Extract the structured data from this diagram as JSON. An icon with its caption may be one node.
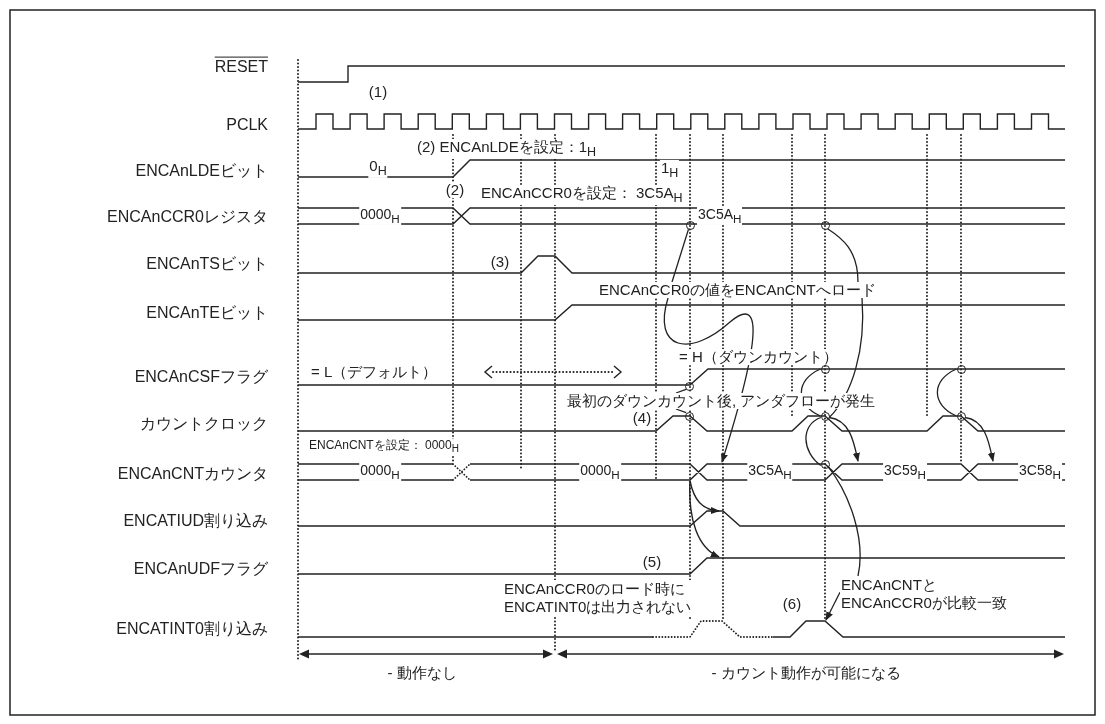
{
  "diagram": {
    "nodes": [
      {
        "text": [
          "ENCAnCCR0の値をENCAnCNTへロード"
        ]
      },
      {
        "text": [],
        "shape": "circle"
      },
      {
        "text": [],
        "shape": "circle"
      },
      {
        "text": [
          "最初のダウンカウント後, アンダフローが発生"
        ]
      },
      {
        "text": [],
        "shape": "circle"
      },
      {
        "text": [],
        "shape": "circle"
      },
      {
        "text": [],
        "shape": "circle"
      },
      {
        "text": [],
        "shape": "circle"
      },
      {
        "text": [],
        "shape": "circle"
      },
      {
        "text": [],
        "shape": "circle"
      },
      {
        "text": [],
        "shape": "circle"
      },
      {
        "text": [
          "ENCAnCNTとENCAnCCR0が比較一致"
        ]
      }
    ],
    "edges": [
      {
        "from": 0,
        "to": 1,
        "arrow": "none"
      },
      {
        "from": 0,
        "to": 2,
        "arrow": "none"
      },
      {
        "from": 0,
        "to": 8,
        "arrow": "none"
      },
      {
        "from": 0,
        "to": null,
        "arrow": "to"
      },
      {
        "from": 3,
        "to": 4,
        "arrow": "none"
      },
      {
        "from": 3,
        "to": 7,
        "arrow": "none"
      },
      {
        "from": 5,
        "to": 8,
        "arrow": "none"
      },
      {
        "from": 6,
        "to": 9,
        "arrow": "none"
      },
      {
        "from": 8,
        "to": 10,
        "arrow": "none"
      },
      {
        "from": 8,
        "to": null,
        "arrow": "to"
      },
      {
        "from": 9,
        "to": null,
        "arrow": "to"
      },
      {
        "from": 10,
        "to": 11,
        "arrow": "none"
      },
      {
        "from": 11,
        "to": null,
        "arrow": "to"
      }
    ],
    "labels": [
      "RESET",
      "PCLK",
      "ENCAnLDEビット",
      "ENCAnCCR0レジスタ",
      "ENCAnTSビット",
      "ENCAnTEビット",
      "ENCAnCSFフラグ",
      "カウントクロック",
      "ENCAnCNTカウンタ",
      "ENCATIUD割り込み",
      "ENCAnUDFフラグ",
      "ENCATINT0割り込み",
      "(1)",
      "(2) ENCAnLDEを設定：1$_{H}$",
      "0$_{H}$",
      "1$_{H}$",
      "(2)",
      "ENCAnCCR0を設定： 3C5A$_{H}$",
      "0000$_{H}$",
      "3C5A$_{H}$",
      "(3)",
      "= L（デフォルト）",
      "= H（ダウンカウント）",
      "(4)",
      "ENCAnCNTを設定： 0000$_{H}$",
      "0000$_{H}$",
      "0000$_{H}$",
      "3C5A$_{H}$",
      "3C59$_{H}$",
      "3C58$_{H}$",
      "(5)",
      "ENCAnCCR0のロード時にENCATINT0は出力されない",
      "(6)",
      "- 動作なし",
      "- カウント動作が可能になる"
    ]
  }
}
